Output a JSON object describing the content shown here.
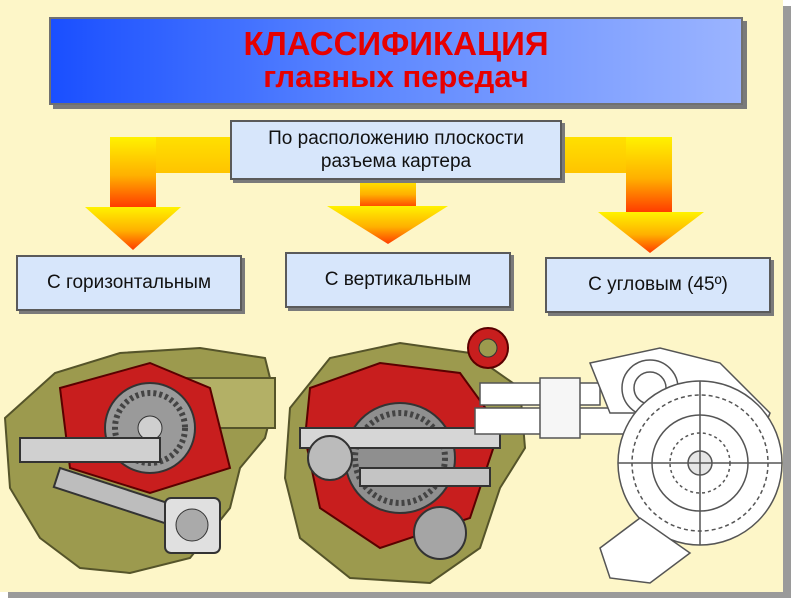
{
  "title": {
    "line1": "КЛАССИФИКАЦИЯ",
    "line2": "главных передач"
  },
  "root": {
    "line1": "По расположению плоскости",
    "line2": "разъема картера"
  },
  "categories": [
    {
      "id": "horizontal",
      "label": "С горизонтальным"
    },
    {
      "id": "vertical",
      "label": "С вертикальным"
    },
    {
      "id": "angular",
      "label": "С угловым (45º)"
    }
  ],
  "colors": {
    "background": "#fdf6c8",
    "title_text": "#e60000",
    "arrow_top": "#ffe600",
    "arrow_bottom": "#ff4a00",
    "housing": "#9c9a4e",
    "cutaway": "#c81e1e"
  }
}
